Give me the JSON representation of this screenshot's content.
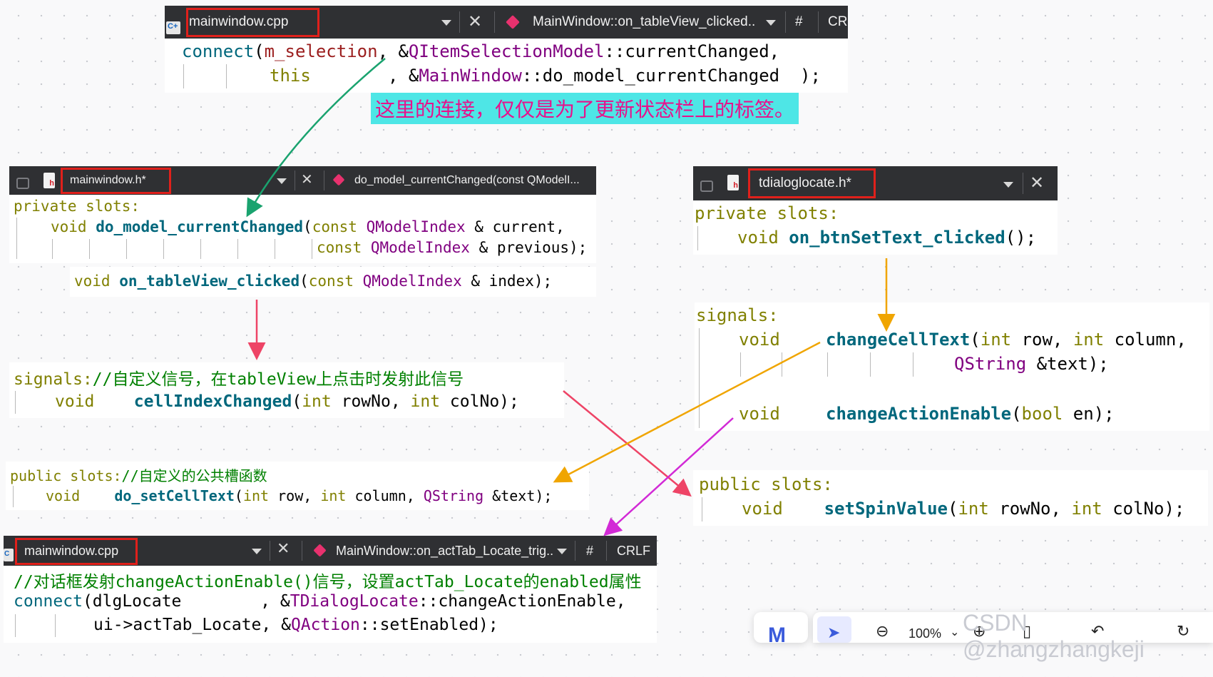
{
  "top_editor": {
    "file_tab": "mainwindow.cpp",
    "symbol": "MainWindow::on_tableView_clicked..",
    "hash": "#",
    "encoding": "CR",
    "code": {
      "l1_a": "connect",
      "l1_b": "(",
      "l1_c": "m_selection",
      "l1_d": ", &",
      "l1_e": "QItemSelectionModel",
      "l1_f": "::currentChanged,",
      "l2_a": "this",
      "l2_b": ", &",
      "l2_c": "MainWindow",
      "l2_d": "::do_model_currentChanged  );"
    }
  },
  "annotation": "这里的连接，仅仅是为了更新状态栏上的标签。",
  "mainwindow_h": {
    "file_tab": "mainwindow.h*",
    "symbol": "do_model_currentChanged(const QModelI...",
    "code": {
      "l1": "private slots:",
      "l2_kw": "void",
      "l2_fn": "do_model_currentChanged",
      "l2_rest_a": "(",
      "l2_const": "const",
      "l2_type": "QModelIndex",
      "l2_tail": " & current,",
      "l3_const": "const",
      "l3_type": "QModelIndex",
      "l3_tail": " & previous);"
    }
  },
  "on_table": {
    "kw": "void",
    "fn": "on_tableView_clicked",
    "p1": "(",
    "const": "const",
    "type": "QModelIndex",
    "tail": " & index);"
  },
  "signals_box": {
    "l1_kw": "signals:",
    "l1_cm": "//自定义信号，在tableView上点击时发射此信号",
    "l2_kw": "void",
    "l2_fn": "cellIndexChanged",
    "l2_p": "(",
    "l2_int1": "int",
    "l2_mid": " rowNo, ",
    "l2_int2": "int",
    "l2_tail": " colNo);"
  },
  "public_slots_box": {
    "l1_kw": "public slots:",
    "l1_cm": "//自定义的公共槽函数",
    "l2_kw": "void",
    "l2_fn": "do_setCellText",
    "l2_p": "(",
    "l2_int1": "int",
    "l2_a": " row, ",
    "l2_int2": "int",
    "l2_b": " column, ",
    "l2_qs": "QString",
    "l2_tail": " &text);"
  },
  "bottom_editor": {
    "file_tab": "mainwindow.cpp",
    "symbol": "MainWindow::on_actTab_Locate_trig..",
    "hash": "#",
    "encoding": "CRLF",
    "code": {
      "l1": "//对话框发射changeActionEnable()信号，设置actTab_Locate的enabled属性",
      "l2_a": "connect",
      "l2_b": "(dlgLocate        , &",
      "l2_c": "TDialogLocate",
      "l2_d": "::changeActionEnable,",
      "l3_a": "ui->actTab_Locate, &",
      "l3_b": "QAction",
      "l3_c": "::setEnabled);"
    }
  },
  "tdialog_h": {
    "file_tab": "tdialoglocate.h*",
    "code": {
      "l1": "private slots:",
      "l2_kw": "void",
      "l2_fn": "on_btnSetText_clicked",
      "l2_tail": "();"
    }
  },
  "tdialog_signals": {
    "l1": "signals:",
    "l2_kw": "void",
    "l2_fn": "changeCellText",
    "l2_p": "(",
    "l2_int1": "int",
    "l2_a": " row, ",
    "l2_int2": "int",
    "l2_b": " column,",
    "l3_type": "QString",
    "l3_tail": " &text);",
    "l4_kw": "void",
    "l4_fn": "changeActionEnable",
    "l4_p": "(",
    "l4_bool": "bool",
    "l4_tail": " en);"
  },
  "tdialog_public": {
    "l1": "public slots:",
    "l2_kw": "void",
    "l2_fn": "setSpinValue",
    "l2_p": "(",
    "l2_int1": "int",
    "l2_a": " rowNo, ",
    "l2_int2": "int",
    "l2_tail": " colNo);"
  },
  "toolbar": {
    "zoom": "100%"
  },
  "watermark": "CSDN @zhangzhangkeji",
  "colors": {
    "keyword": "#808000",
    "function": "#00677c",
    "type": "#800080",
    "comment": "#008000",
    "arrow_green": "#1aa36f",
    "arrow_red": "#ee4466",
    "arrow_orange": "#f0a500",
    "arrow_magenta": "#d22ad6",
    "highlight_box": "#e0201b"
  }
}
